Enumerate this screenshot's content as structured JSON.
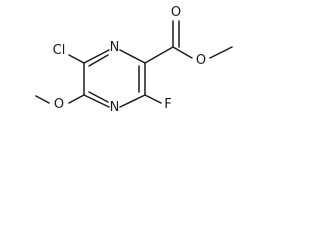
{
  "atoms": {
    "cl": "Cl",
    "n_top": "N",
    "n_bottom": "N",
    "o_carbonyl": "O",
    "o_ester": "O",
    "o_methoxy": "O",
    "f": "F"
  }
}
